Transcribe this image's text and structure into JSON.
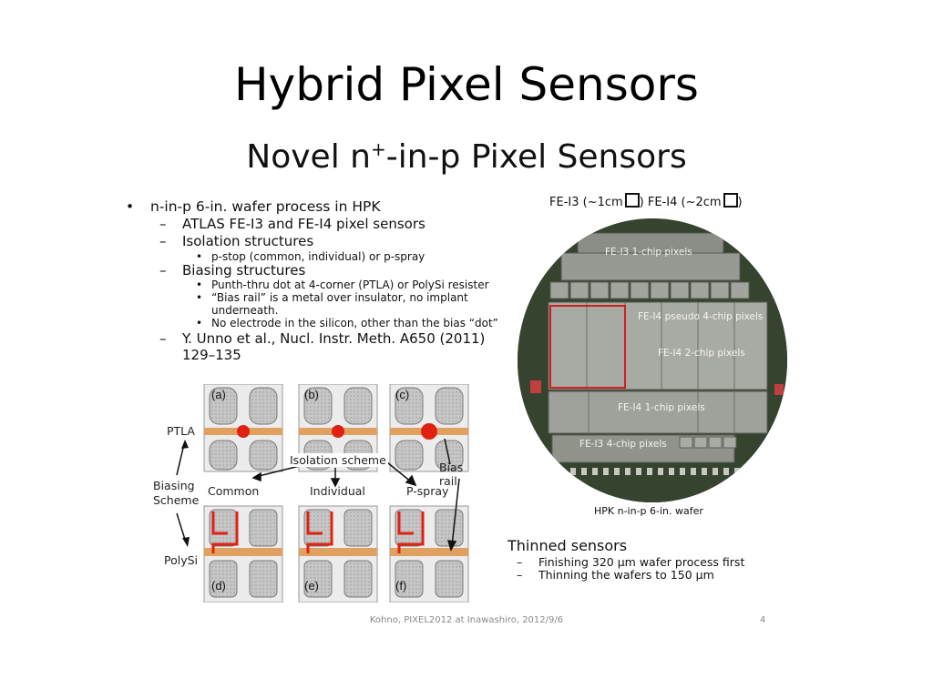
{
  "slide": {
    "title": "Hybrid Pixel Sensors",
    "subtitle_main": "Novel n",
    "subtitle_sup": "+",
    "subtitle_rest": "-in-p Pixel Sensors"
  },
  "bullets": {
    "b1": "n-in-p 6-in. wafer process in HPK",
    "b1_1": "ATLAS FE-I3  and FE-I4 pixel sensors",
    "b1_2": "Isolation structures",
    "b1_2_1": "p-stop (common, individual) or p-spray",
    "b1_3": "Biasing structures",
    "b1_3_1": "Punth-thru dot at 4-corner (PTLA) or PolySi resister",
    "b1_3_2a": "“Bias rail” is a metal over insulator, no implant",
    "b1_3_2b": "underneath.",
    "b1_3_3": "No electrode in the silicon, other than the bias “dot”",
    "b1_4a": "Y. Unno et al., Nucl. Instr. Meth. A650 (2011)",
    "b1_4b": "129–135",
    "dash": "–",
    "dot": "•"
  },
  "figure": {
    "ptla": "PTLA",
    "biasing_1": "Biasing",
    "biasing_2": "Scheme",
    "polysi": "PolySi",
    "isolation_scheme": "Isolation scheme",
    "bias_rail": "Bias rail",
    "common": "Common",
    "individual": "Individual",
    "pspray": "P-spray",
    "cells": [
      "(a)",
      "(b)",
      "(c)",
      "(d)",
      "(e)",
      "(f)"
    ]
  },
  "wafer": {
    "header_a": "FE-I3 (~1cm",
    "header_b": ") FE-I4 (~2cm",
    "header_c": ")",
    "fe_i3_1chip": "FE-I3 1-chip pixels",
    "fe_i4_pseudo": "FE-I4 pseudo 4-chip pixels",
    "fe_i4_2chip": "FE-I4 2-chip pixels",
    "fe_i4_1chip": "FE-I4 1-chip pixels",
    "fe_i3_4chip": "FE-I3 4-chip pixels",
    "caption": "HPK n-in-p 6-in. wafer"
  },
  "thinned": {
    "heading": "Thinned sensors",
    "item1": "Finishing 320 µm wafer process first",
    "item2": "Thinning the wafers to 150 µm"
  },
  "footer": {
    "text": "Kohno, PIXEL2012 at Inawashiro, 2012/9/6",
    "page": "4"
  },
  "colors": {
    "rail": "#e0a060",
    "dot": "#e02010",
    "wafer_dark": "#2e3a2c",
    "highlight": "#d02020"
  }
}
